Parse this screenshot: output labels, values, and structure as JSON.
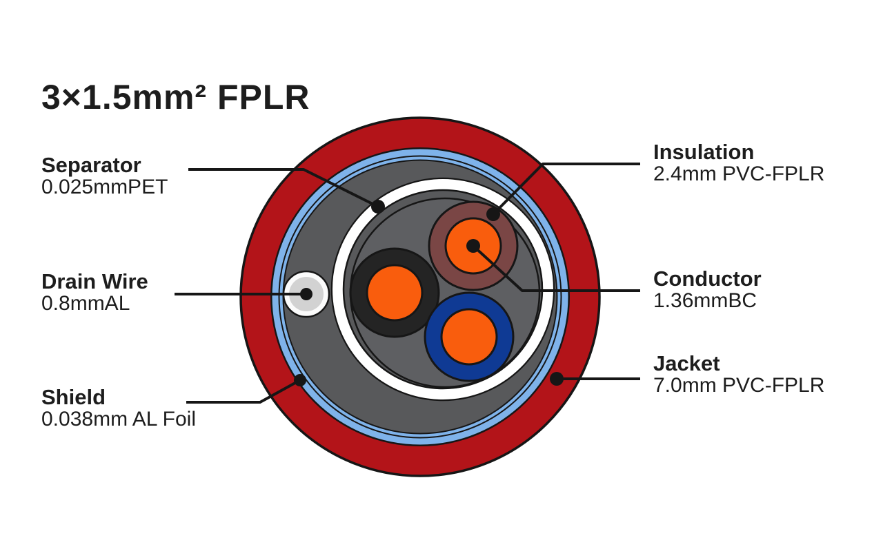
{
  "title": "3×1.5mm² FPLR",
  "labels": {
    "separator": {
      "name": "Separator",
      "value": "0.025mmPET"
    },
    "drain_wire": {
      "name": "Drain Wire",
      "value": "0.8mmAL"
    },
    "shield": {
      "name": "Shield",
      "value": "0.038mm AL Foil"
    },
    "insulation": {
      "name": "Insulation",
      "value": "2.4mm PVC-FPLR"
    },
    "conductor": {
      "name": "Conductor",
      "value": "1.36mmBC"
    },
    "jacket": {
      "name": "Jacket",
      "value": "7.0mm PVC-FPLR"
    }
  },
  "colors": {
    "background": "#ffffff",
    "text": "#1d1d1d",
    "line_black": "#161616",
    "jacket_red": "#b31419",
    "shield_blue": "#7fb3ea",
    "filler_gray": "#58595b",
    "bundle_gray": "#5e5f62",
    "separator_white": "#ffffff",
    "drain_rim_white": "#fbfbfb",
    "drain_gray": "#d2d2d2",
    "wire_black": "#242424",
    "wire_brown": "#7a4645",
    "wire_navy": "#0f3a94",
    "conductor_orange": "#f95d0d"
  }
}
